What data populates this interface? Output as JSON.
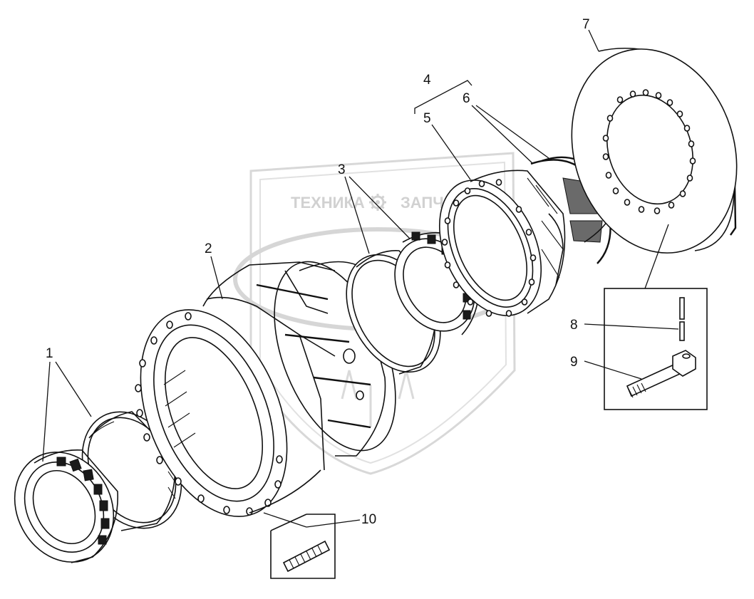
{
  "watermark": {
    "left_text": "ТЕХНИКА",
    "right_text": "ЗАПЧАСТИ",
    "gear_icon": "gear-icon",
    "color": "#c9c9c9"
  },
  "callouts": [
    {
      "id": "1",
      "label": "1"
    },
    {
      "id": "2",
      "label": "2"
    },
    {
      "id": "3",
      "label": "3"
    },
    {
      "id": "4",
      "label": "4"
    },
    {
      "id": "5",
      "label": "5"
    },
    {
      "id": "6",
      "label": "6"
    },
    {
      "id": "7",
      "label": "7"
    },
    {
      "id": "8",
      "label": "8"
    },
    {
      "id": "9",
      "label": "9"
    },
    {
      "id": "10",
      "label": "10"
    }
  ],
  "colors": {
    "line": "#111111",
    "background": "#ffffff"
  }
}
